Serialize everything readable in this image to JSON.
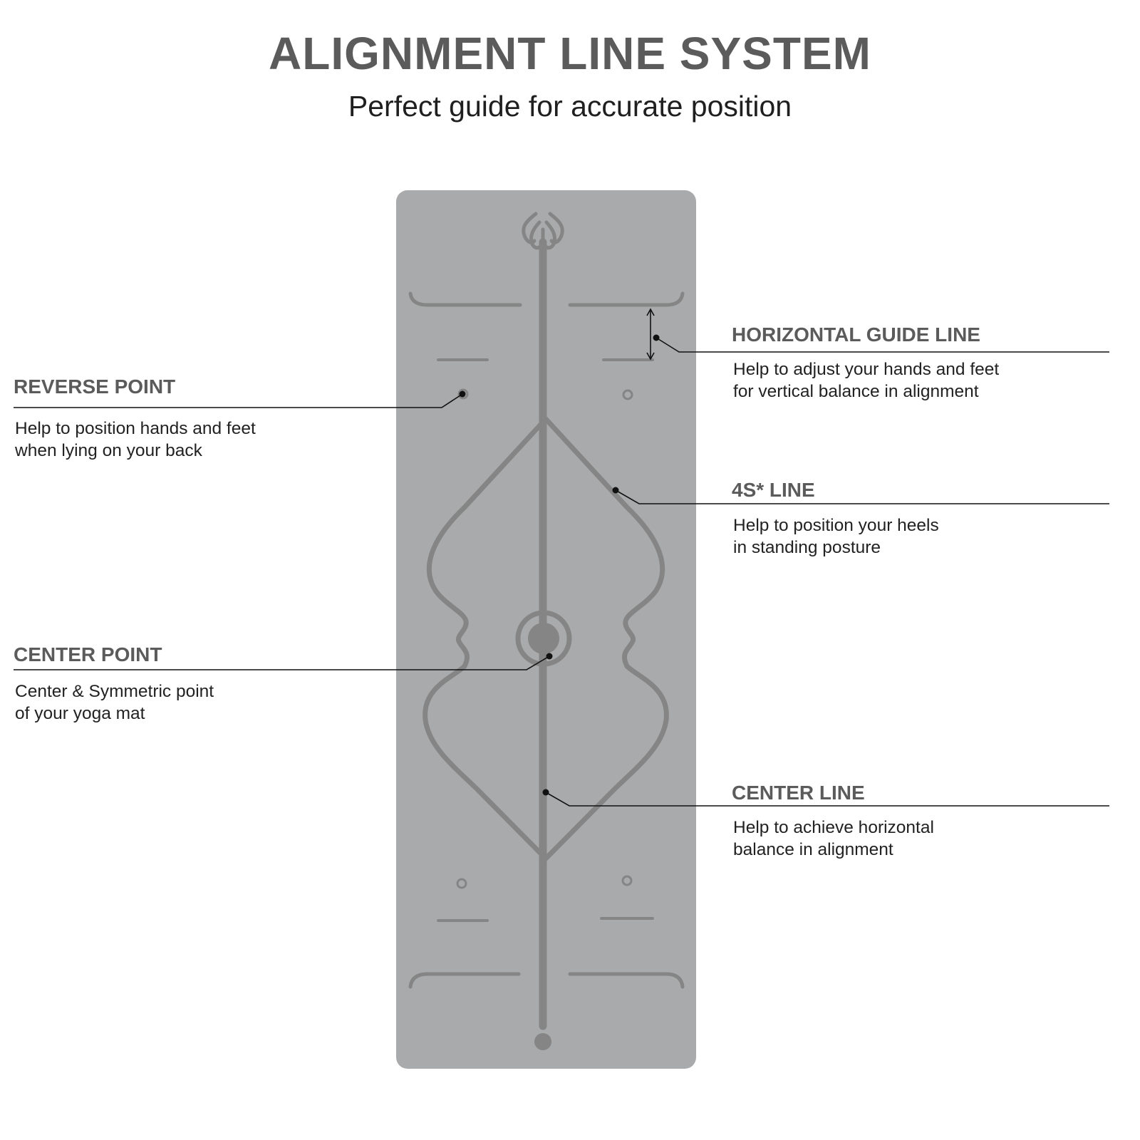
{
  "header": {
    "title": "ALIGNMENT LINE SYSTEM",
    "subtitle": "Perfect guide for accurate position"
  },
  "colors": {
    "mat": "#a9aaab",
    "mat_lines": "#858585",
    "heading_text": "#5b5b5b",
    "body_text": "#222222",
    "leader": "#111111"
  },
  "callouts": {
    "horizontal_guide": {
      "label": "HORIZONTAL GUIDE LINE",
      "line1": "Help to adjust your hands and feet",
      "line2": "for vertical balance in alignment"
    },
    "reverse_point": {
      "label": "REVERSE POINT",
      "line1": "Help to position hands and feet",
      "line2": "when lying on your back"
    },
    "four_s_line": {
      "label": "4S* LINE",
      "line1": "Help to position your heels",
      "line2": "in standing posture"
    },
    "center_point": {
      "label": "CENTER POINT",
      "line1": "Center & Symmetric point",
      "line2": "of your yoga mat"
    },
    "center_line": {
      "label": "CENTER LINE",
      "line1": "Help to achieve horizontal",
      "line2": "balance in alignment"
    }
  },
  "icons": {
    "mat_logo": "lotus-flame-icon"
  }
}
